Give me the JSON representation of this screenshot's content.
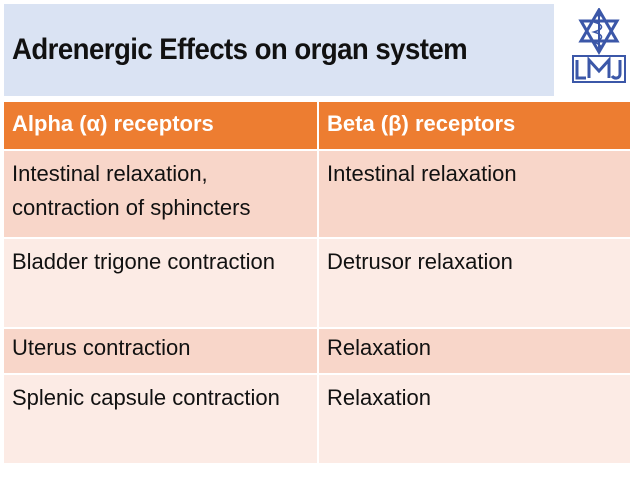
{
  "slide": {
    "title": "Adrenergic Effects on organ system"
  },
  "logo": {
    "icon": "star-of-life-caduceus-logo",
    "colors": {
      "primary": "#3b57a8",
      "background": "#ffffff"
    }
  },
  "table": {
    "headers": [
      "Alpha (α) receptors",
      "Beta (β) receptors"
    ],
    "rows": [
      [
        "Intestinal relaxation, contraction of sphincters",
        "Intestinal relaxation"
      ],
      [
        "Bladder trigone contraction",
        "Detrusor relaxation"
      ],
      [
        "Uterus contraction",
        "Relaxation"
      ],
      [
        "Splenic capsule contraction",
        "Relaxation"
      ]
    ]
  },
  "colors": {
    "title_background": "#dae3f3",
    "header_background": "#ed7d31",
    "row_dark": "#f8d6c9",
    "row_light": "#fcebe5"
  }
}
